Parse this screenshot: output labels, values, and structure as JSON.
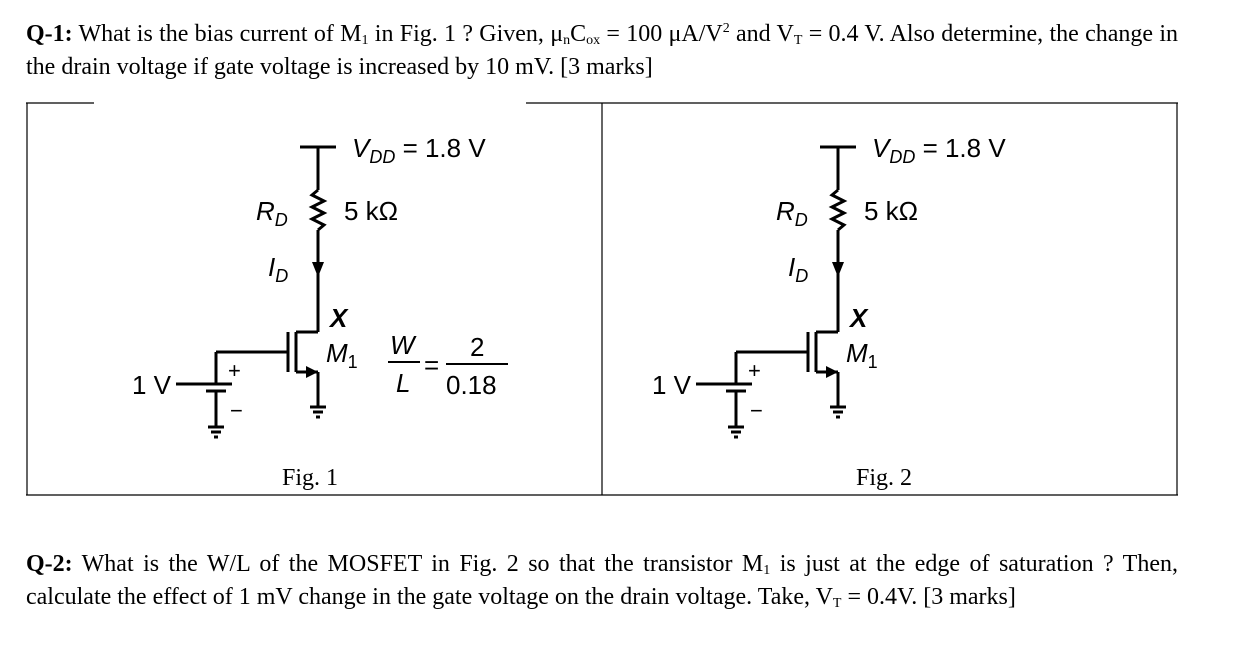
{
  "q1": {
    "label": "Q-1:",
    "t1": " What is the bias current of M",
    "s1": "1",
    "t2": " in Fig. 1 ? Given, μ",
    "s2": "n",
    "t3": "C",
    "s3": "ox",
    "t4": " = 100 μA/V",
    "sup1": "2",
    "t5": " and V",
    "s4": "T",
    "t6": " = 0.4 V. Also determine, the change in the drain voltage if gate voltage is increased by 10 mV. [3 marks]"
  },
  "fig1": {
    "vdd": "V",
    "vdd_sub": "DD",
    "vdd_val": " = 1.8 V",
    "rd": "R",
    "rd_sub": "D",
    "rd_val": "5 kΩ",
    "id": "I",
    "id_sub": "D",
    "node": "X",
    "mos": "M",
    "mos_sub": "1",
    "w": "W",
    "l": "L",
    "eq": "=",
    "num": "2",
    "den": "0.18",
    "vin": "1 V",
    "plus": "+",
    "minus": "−",
    "caption": "Fig. 1"
  },
  "fig2": {
    "vdd": "V",
    "vdd_sub": "DD",
    "vdd_val": " = 1.8 V",
    "rd": "R",
    "rd_sub": "D",
    "rd_val": "5 kΩ",
    "id": "I",
    "id_sub": "D",
    "node": "X",
    "mos": "M",
    "mos_sub": "1",
    "vin": "1 V",
    "plus": "+",
    "minus": "−",
    "caption": "Fig. 2"
  },
  "q2": {
    "label": "Q-2:",
    "t1": " What is the W/L of the MOSFET in Fig. 2 so that the transistor M",
    "s1": "1",
    "t2": " is just at the edge of saturation ? Then, calculate the effect of 1 mV change in the gate voltage on the drain voltage. Take, V",
    "s2": "T",
    "t3": " = 0.4V. [3 marks]"
  }
}
